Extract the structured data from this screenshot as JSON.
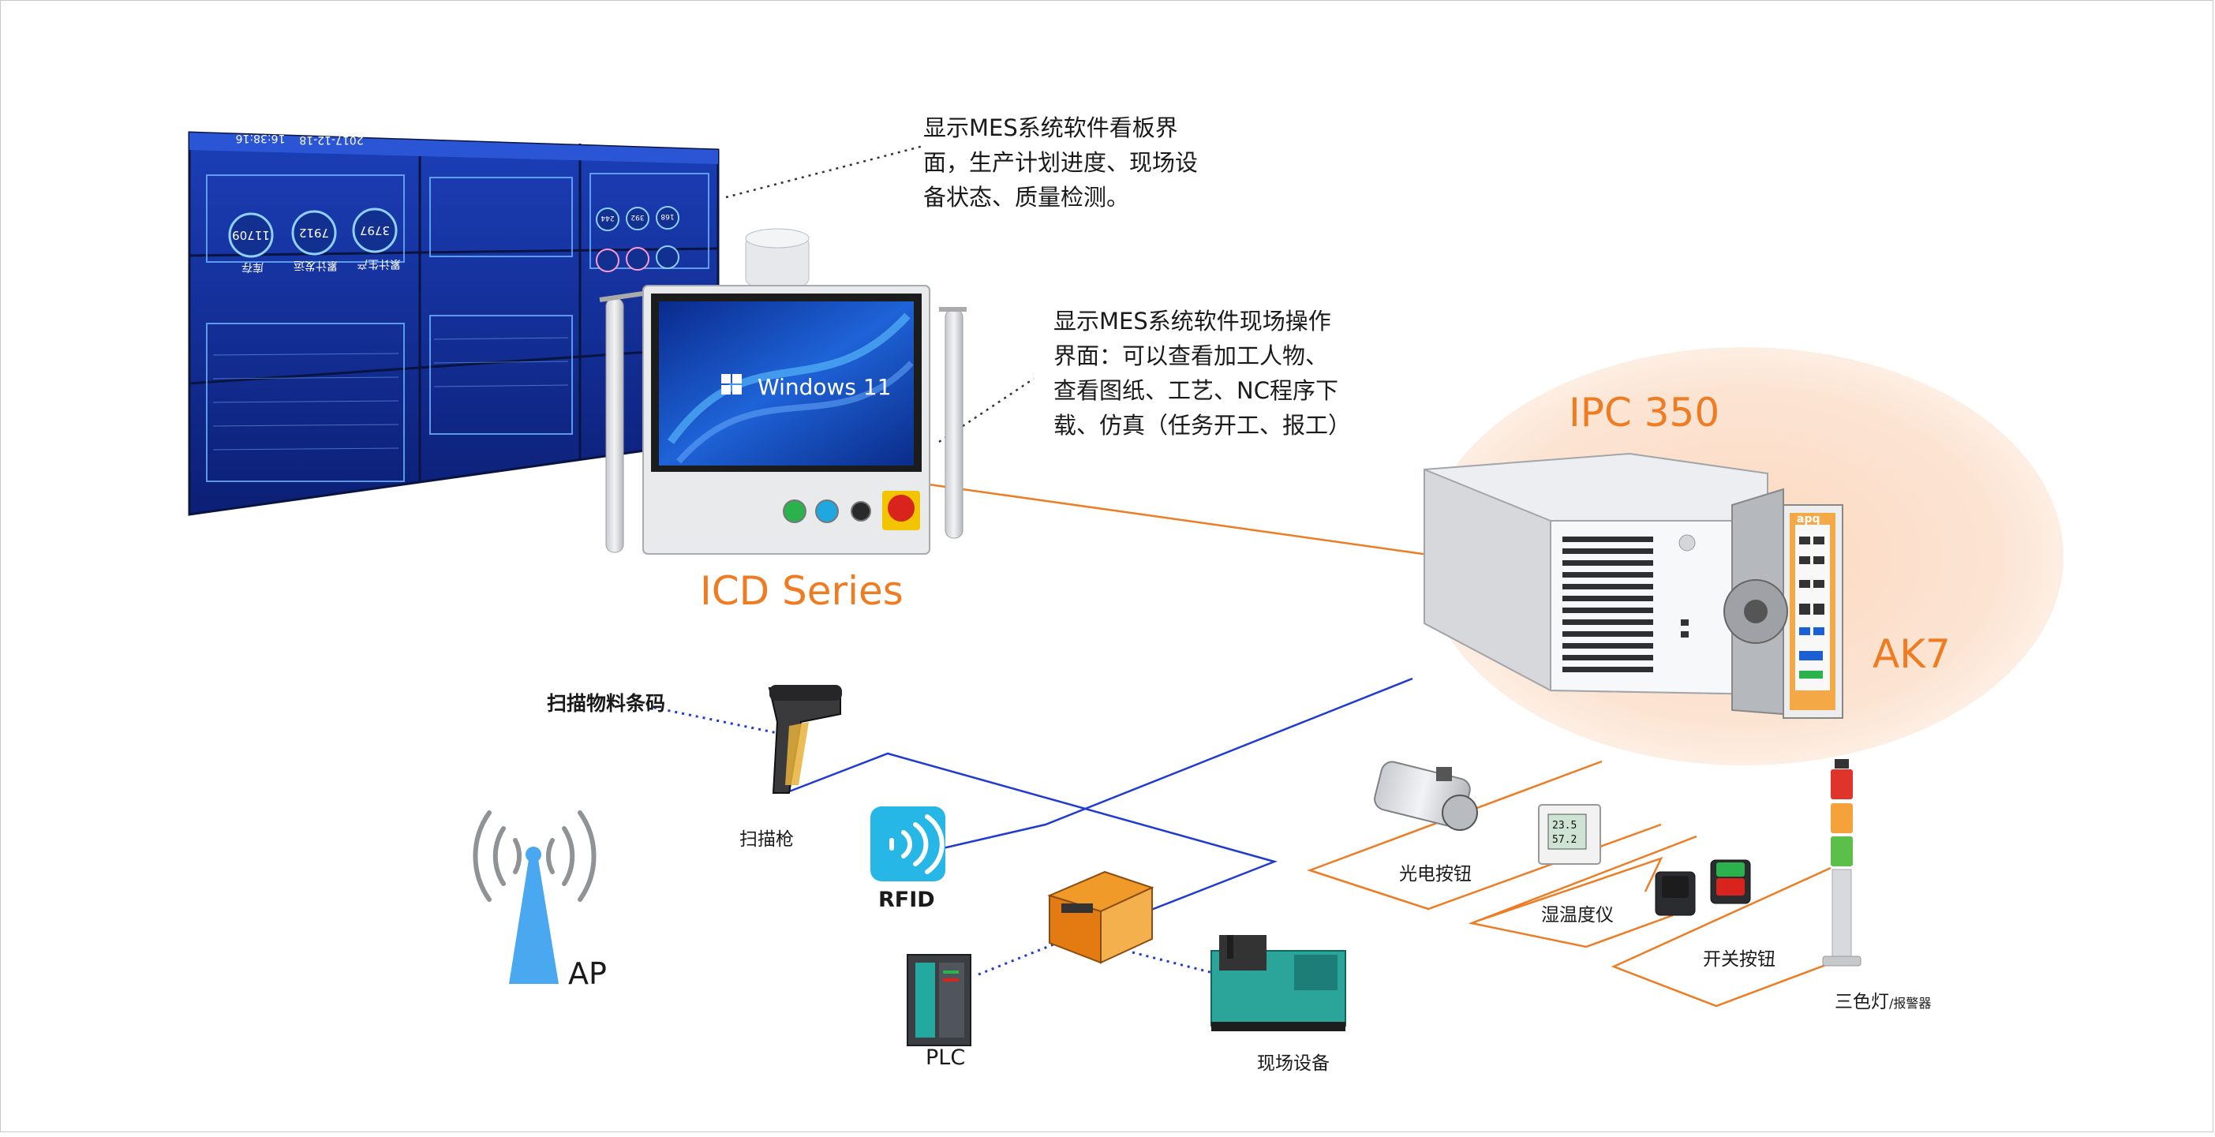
{
  "wall_display": {
    "description": "显示MES系统软件看板界面，生产计划进度、现场设备状态、质量检测。",
    "header_date": "2017-12-18",
    "header_time": "16:38:16",
    "gauges": [
      "11709",
      "7912",
      "3797",
      "244",
      "392",
      "168"
    ],
    "panel_labels": [
      "累计生产",
      "累计发运",
      "库存"
    ]
  },
  "icd": {
    "label": "ICD Series",
    "screen_text": "Windows 11",
    "description": "显示MES系统软件现场操作界面：可以查看加工人物、查看图纸、工艺、NC程序下载、仿真（任务开工、报工）"
  },
  "ipc": {
    "label": "IPC 350",
    "brand": "apq"
  },
  "ak7": {
    "label": "AK7"
  },
  "scanner": {
    "caption": "扫描物料条码",
    "label": "扫描枪"
  },
  "rfid": {
    "label": "RFID"
  },
  "ap": {
    "label": "AP"
  },
  "plc": {
    "label": "PLC"
  },
  "field_device": {
    "label": "现场设备"
  },
  "photo_button": {
    "label": "光电按钮"
  },
  "hygrometer": {
    "label": "湿温度仪",
    "readings": [
      "23.5",
      "57.2"
    ]
  },
  "switch_button": {
    "label": "开关按钮"
  },
  "tower_light": {
    "label": "三色灯",
    "sublabel": "/报警器"
  },
  "colors": {
    "orange": "#ee7c23",
    "blue": "#1f3bd1",
    "ipc_glow": "#fbe3d2",
    "wifi_blue": "#4aa8f0"
  }
}
